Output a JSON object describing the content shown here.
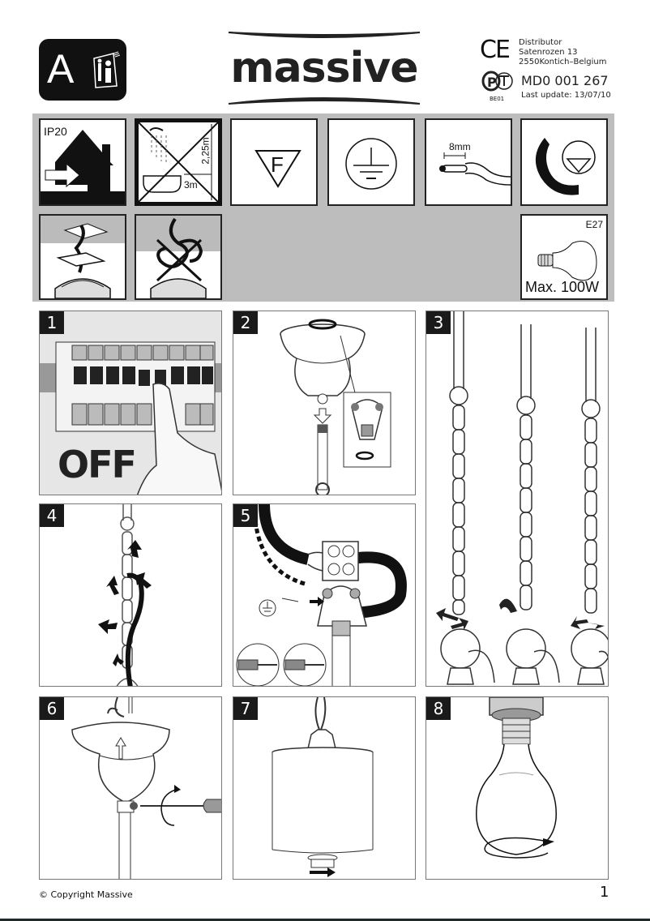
{
  "header": {
    "language_badge": "A",
    "badge_icon": "manual-tools-icon",
    "brand": "massive",
    "distributor_label": "Distributor",
    "distributor_street": "Satenrozen 13",
    "distributor_city": "2550Kontich–Belgium",
    "ce_mark": "CE",
    "pct_mark": "BE01",
    "model_code": "MD0 001 267",
    "last_update": "Last update: 13/07/10"
  },
  "symbols": [
    {
      "id": "ip20",
      "label": "IP20",
      "icon": "indoor-house-icon"
    },
    {
      "id": "bathroom",
      "label_height": "2,25m",
      "label_width": "3m",
      "icon": "no-bathroom-zone-icon"
    },
    {
      "id": "f-mark",
      "label": "F",
      "icon": "f-triangle-icon"
    },
    {
      "id": "earth",
      "icon": "earth-ground-icon"
    },
    {
      "id": "strip",
      "label": "8mm",
      "icon": "wire-strip-length-icon"
    },
    {
      "id": "adjustable",
      "icon": "adjustable-direction-icon"
    },
    {
      "id": "ceiling-mount",
      "icon": "ceiling-mount-ok-icon"
    },
    {
      "id": "no-cable-tangle",
      "icon": "no-tangled-cable-icon"
    },
    {
      "id": "bulb",
      "socket": "E27",
      "max": "Max. 100W",
      "icon": "light-bulb-icon"
    }
  ],
  "steps": [
    {
      "number": "1",
      "caption": "OFF",
      "illustration": "circuit-breaker-off"
    },
    {
      "number": "2",
      "illustration": "unscrew-canopy-rod"
    },
    {
      "number": "3",
      "illustration": "open-close-chain-links"
    },
    {
      "number": "4",
      "illustration": "weave-cable-through-chain"
    },
    {
      "number": "5",
      "illustration": "connect-wires-terminal-block"
    },
    {
      "number": "6",
      "illustration": "fix-canopy-set-screw"
    },
    {
      "number": "7",
      "illustration": "mount-shade-ring"
    },
    {
      "number": "8",
      "illustration": "screw-in-bulb"
    }
  ],
  "footer": {
    "copyright": "© Copyright Massive",
    "page_number": "1"
  }
}
